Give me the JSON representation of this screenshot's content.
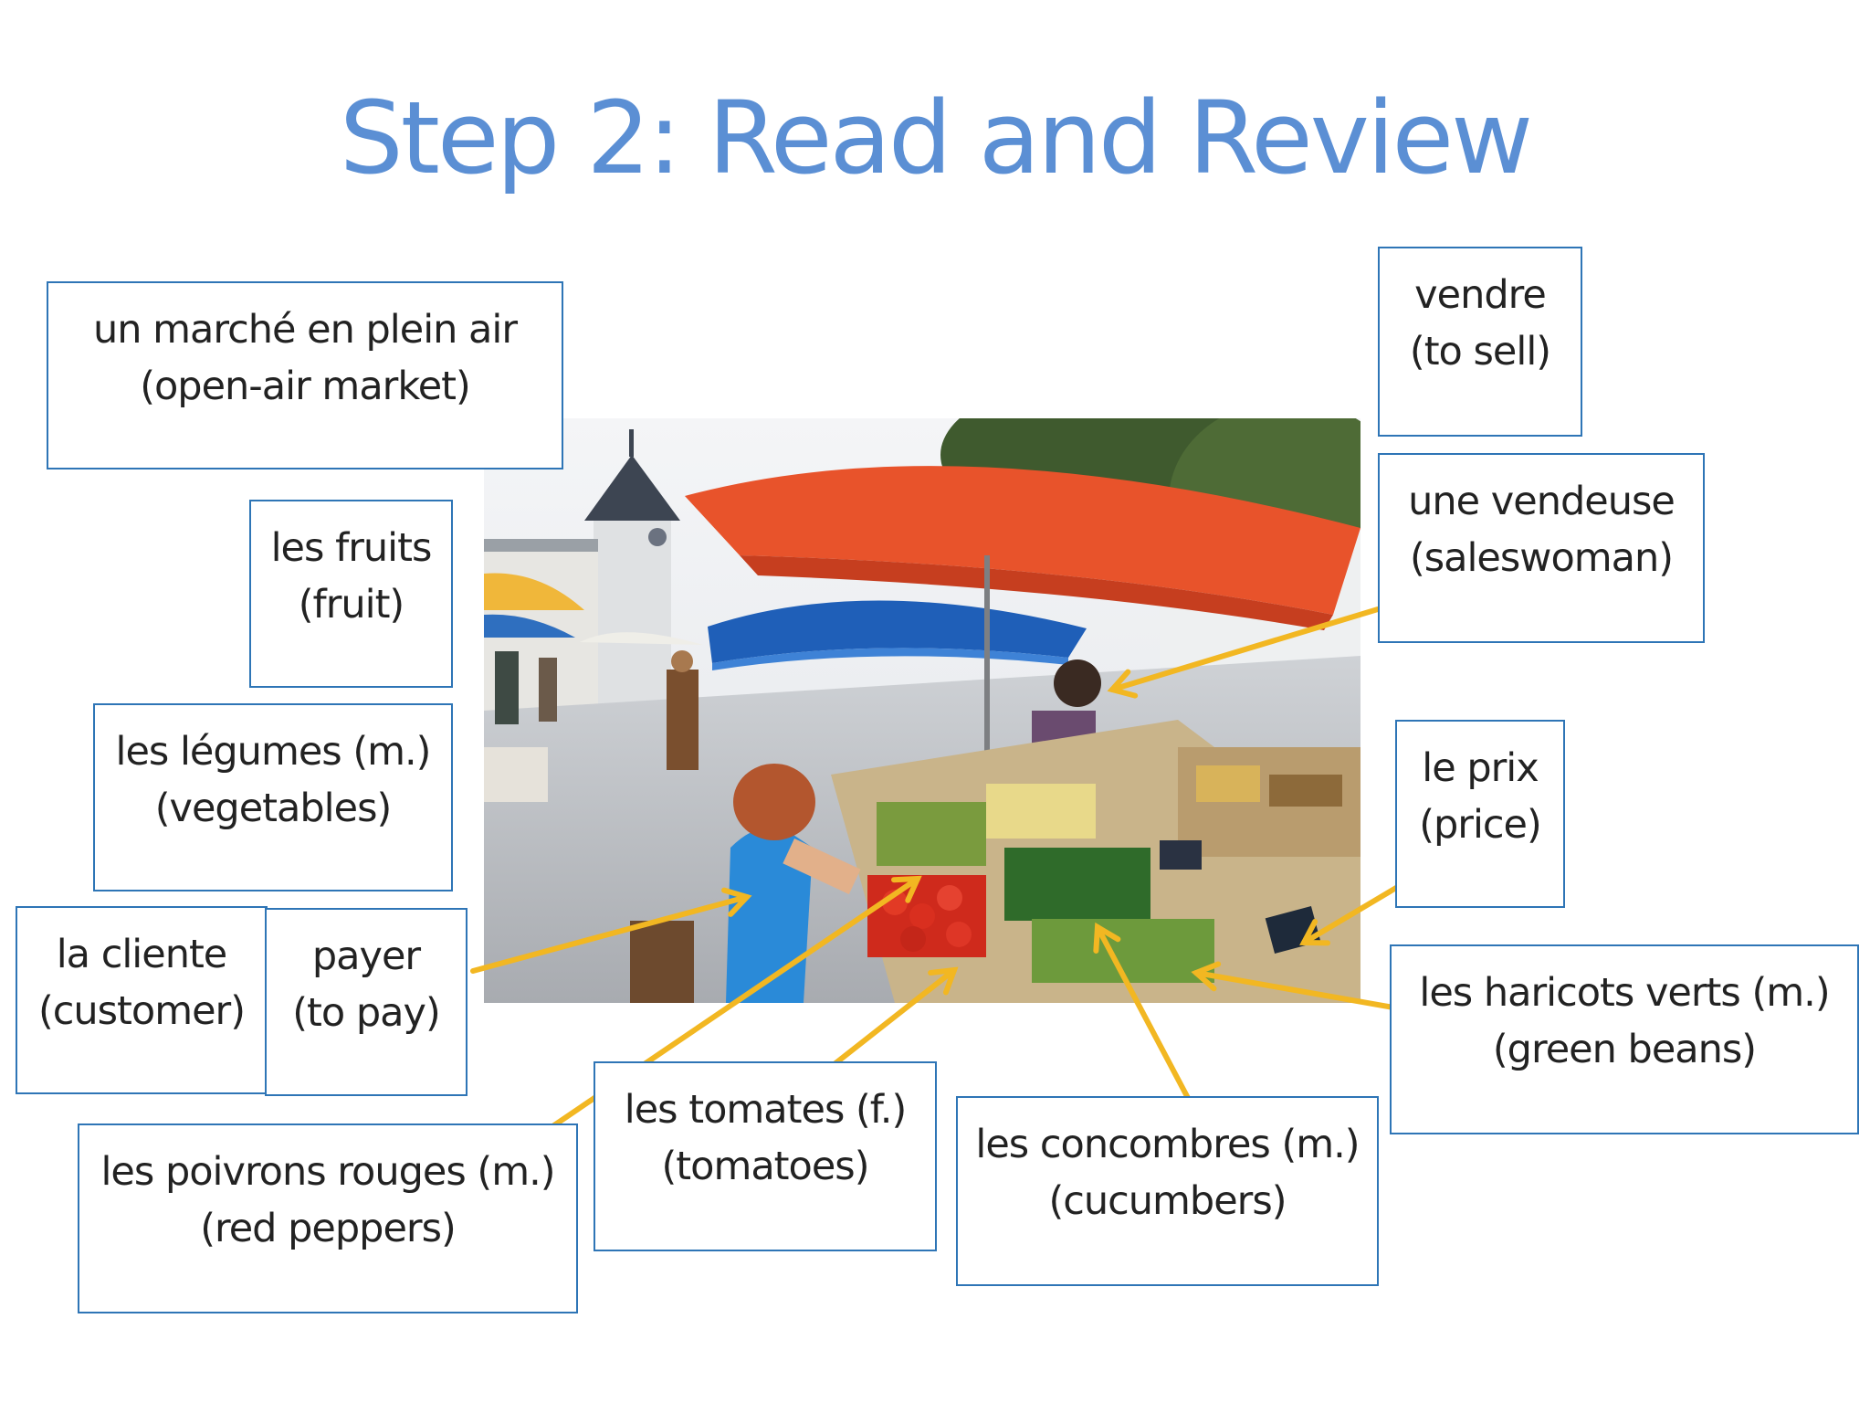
{
  "title": "Step 2: Read and Review",
  "arrow_color": "#f2b722",
  "box_border_color": "#2e75b6",
  "title_color": "#5b8fd4",
  "photo_icon": "market-stall-photo",
  "vocab": {
    "open_air_market": {
      "fr": "un marché en plein air",
      "en": "(open-air market)"
    },
    "fruits": {
      "fr": "les fruits",
      "en": "(fruit)"
    },
    "vegetables": {
      "fr": "les légumes (m.)",
      "en": "(vegetables)"
    },
    "customer": {
      "fr": "la cliente",
      "en": "(customer)"
    },
    "to_pay": {
      "fr": "payer",
      "en": "(to pay)"
    },
    "red_peppers": {
      "fr": "les poivrons rouges (m.)",
      "en": "(red peppers)"
    },
    "tomatoes": {
      "fr": "les tomates (f.)",
      "en": "(tomatoes)"
    },
    "cucumbers": {
      "fr": "les concombres (m.)",
      "en": "(cucumbers)"
    },
    "green_beans": {
      "fr": "les haricots verts (m.)",
      "en": "(green beans)"
    },
    "price": {
      "fr": "le prix",
      "en": "(price)"
    },
    "saleswoman": {
      "fr": "une vendeuse",
      "en": "(saleswoman)"
    },
    "to_sell": {
      "fr": "vendre",
      "en": "(to sell)"
    }
  }
}
